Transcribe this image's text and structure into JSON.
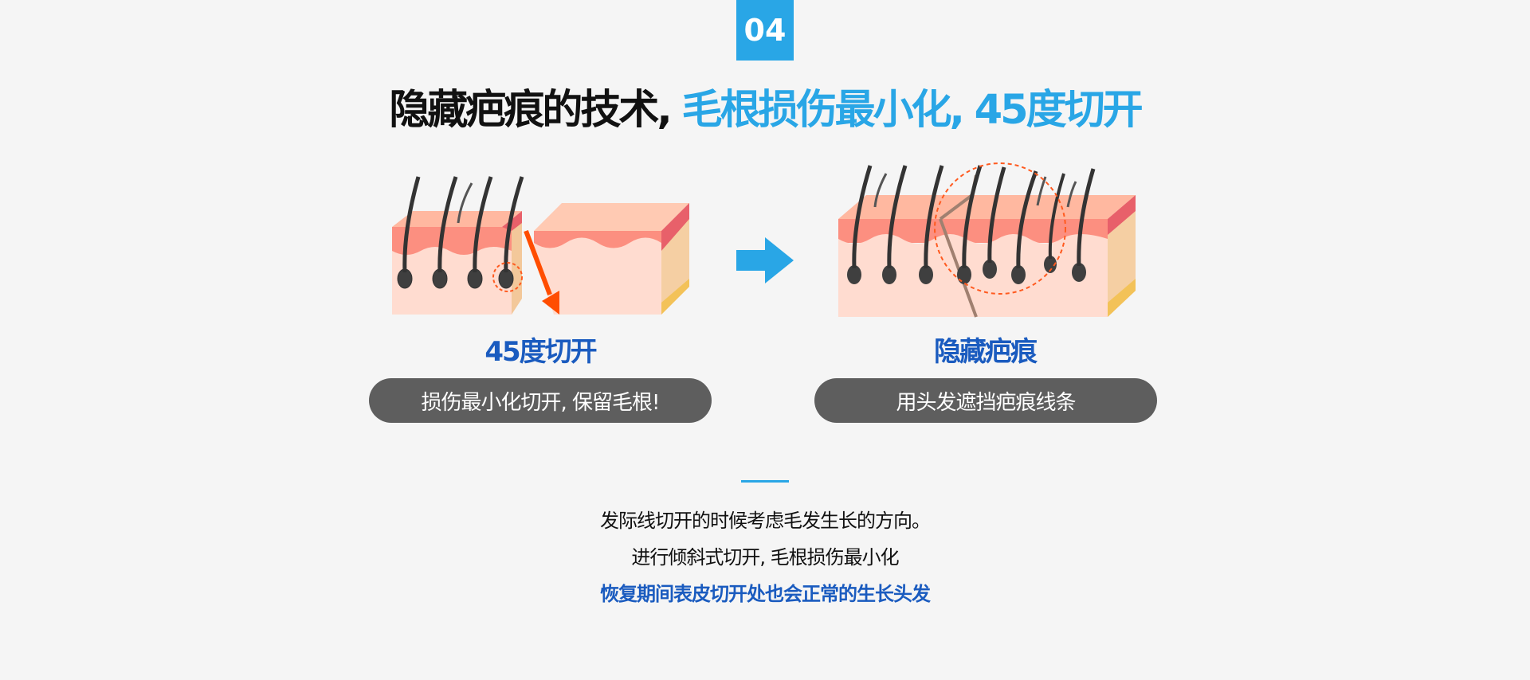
{
  "badge": "04",
  "headline": {
    "part1": "隐藏疤痕的技术, ",
    "part2": "毛根损伤最小化, 45度切开"
  },
  "left": {
    "caption": "45度切开",
    "pill": "损伤最小化切开, 保留毛根!"
  },
  "right": {
    "caption": "隐藏疤痕",
    "pill": "用头发遮挡疤痕线条"
  },
  "paragraph": {
    "line1": "发际线切开的时候考虑毛发生长的方向。",
    "line2": "进行倾斜式切开, 毛根损伤最小化",
    "line3": "恢复期间表皮切开处也会正常的生长头发"
  },
  "colors": {
    "accent_blue": "#29a6e6",
    "caption_blue": "#1a5bbf",
    "pill_gray": "#5e5e5e",
    "incision_orange": "#ff4d00"
  },
  "icons": {
    "arrow": "arrow-right-icon"
  }
}
